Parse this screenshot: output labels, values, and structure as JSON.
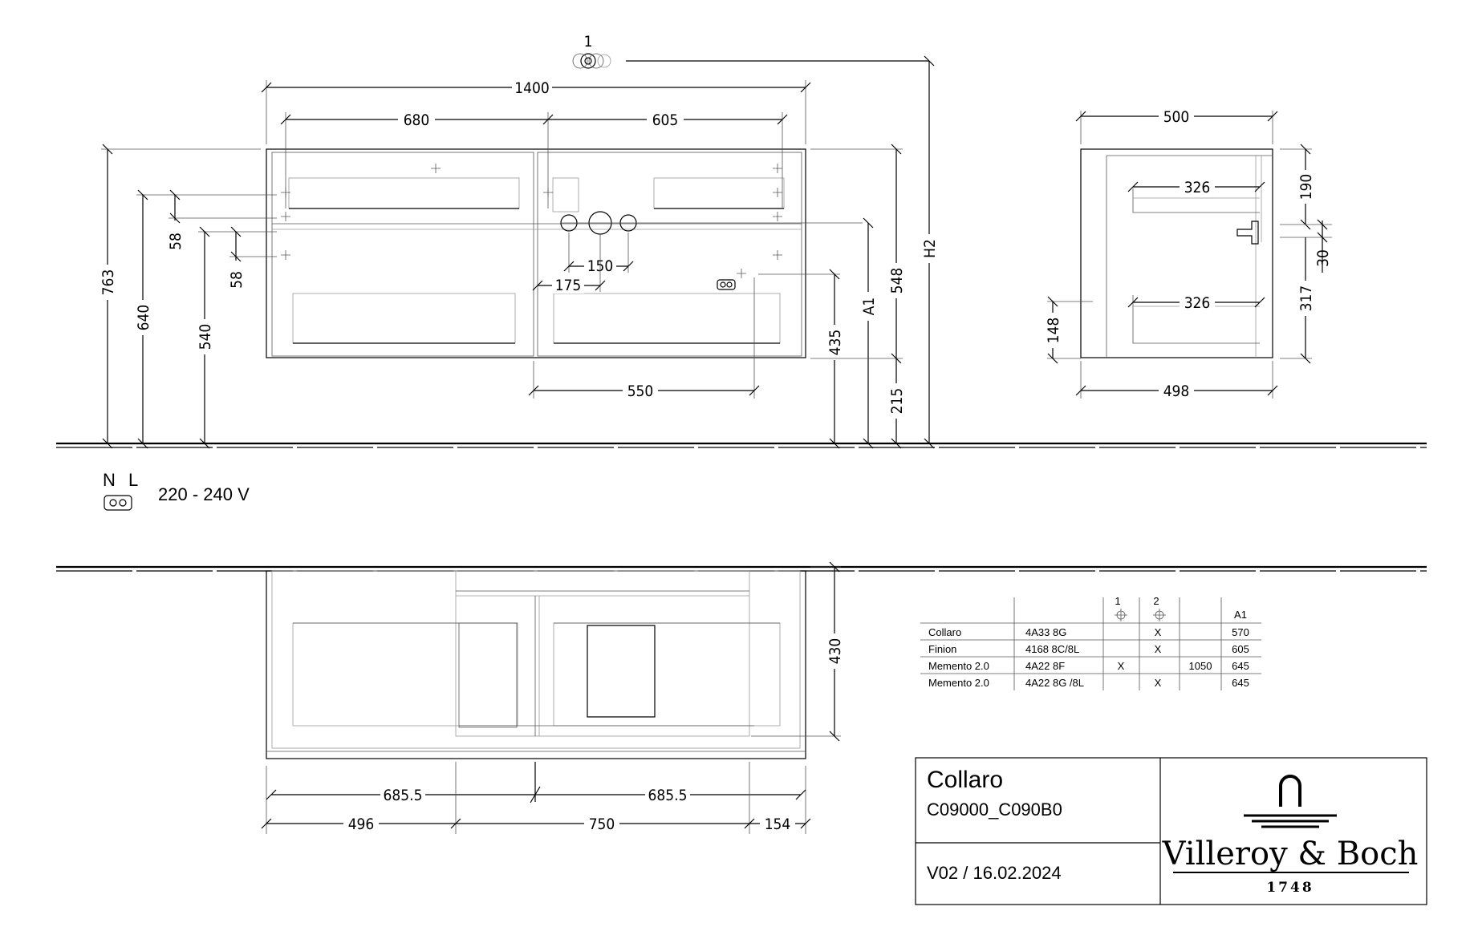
{
  "callout": {
    "marker": "1"
  },
  "front_view": {
    "dims": {
      "overall_width": "1400",
      "left_section": "680",
      "right_section": "605",
      "height_total": "763",
      "height_640": "640",
      "height_540": "540",
      "gap_58_a": "58",
      "gap_58_b": "58",
      "tap_spacing": "150",
      "tap_offset": "175",
      "socket_height": "435",
      "a1": "A1",
      "cabinet_height": "548",
      "floor_gap": "215",
      "h2": "H2",
      "socket_offset": "550"
    }
  },
  "side_view": {
    "dims": {
      "depth_top": "500",
      "drawer_depth_upper": "326",
      "drawer_depth_lower": "326",
      "top_190": "190",
      "gap_30": "30",
      "lower_317": "317",
      "bottom_148": "148",
      "depth_bottom": "498"
    }
  },
  "electrical": {
    "labels": [
      "N",
      "L"
    ],
    "voltage": "220 - 240 V"
  },
  "plan_view": {
    "dims": {
      "depth": "430",
      "half_left": "685.5",
      "half_right": "685.5",
      "seg_left": "496",
      "seg_mid": "750",
      "seg_right": "154"
    }
  },
  "spec_table": {
    "headers": [
      "",
      "",
      "1",
      "2",
      "",
      "A1"
    ],
    "rows": [
      [
        "Collaro",
        "4A33 8G",
        "",
        "X",
        "",
        "570"
      ],
      [
        "Finion",
        "4168 8C/8L",
        "",
        "X",
        "",
        "605"
      ],
      [
        "Memento 2.0",
        "4A22 8F",
        "X",
        "",
        "1050",
        "645"
      ],
      [
        "Memento 2.0",
        "4A22 8G /8L",
        "",
        "X",
        "",
        "645"
      ]
    ]
  },
  "title_block": {
    "product": "Collaro",
    "code": "C09000_C090B0",
    "version": "V02 / 16.02.2024",
    "brand": "Villeroy & Boch",
    "year": "1748"
  }
}
